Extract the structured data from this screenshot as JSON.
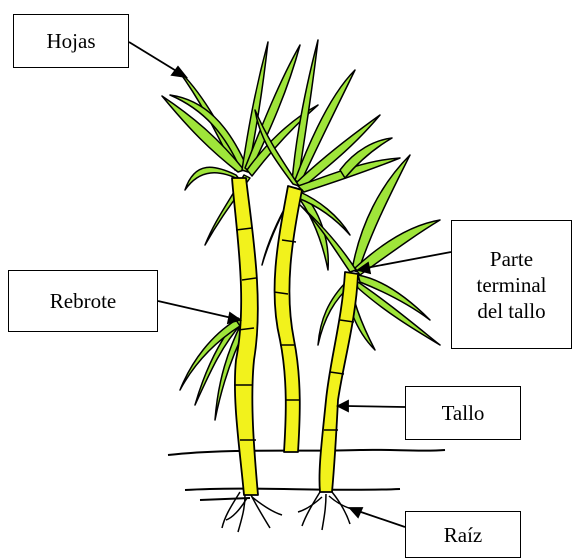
{
  "labels": {
    "hojas": "Hojas",
    "rebrote": "Rebrote",
    "tallo": "Tallo",
    "raiz": "Raíz",
    "parte_terminal": [
      "Parte",
      "terminal",
      "del tallo"
    ]
  },
  "colors": {
    "leaf": "#9fe53a",
    "stalk": "#f2f21c",
    "outline": "#000000"
  }
}
